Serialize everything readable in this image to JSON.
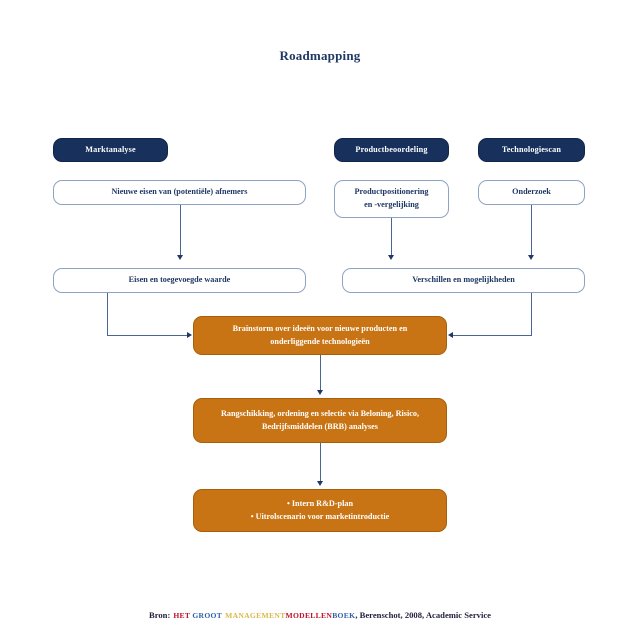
{
  "page": {
    "title": "Roadmapping",
    "background": "#ffffff"
  },
  "colors": {
    "navy": "#17315c",
    "navy_text": "#1f3864",
    "orange": "#c87414",
    "box_border": "#8ea2c4",
    "connector": "#4a6591",
    "footer_red": "#c0102a",
    "footer_blue": "#2f5fa8",
    "footer_gold": "#d9b949"
  },
  "columns": [
    {
      "header": "Marktanalyse",
      "step1": "Nieuwe eisen van (potentiële) afnemers"
    },
    {
      "header": "Productbeoordeling",
      "step1_line1": "Productpositionering",
      "step1_line2": "en -vergelijking"
    },
    {
      "header": "Technologiescan",
      "step1": "Onderzoek"
    }
  ],
  "aggregate": {
    "left": "Eisen en toegevoegde waarde",
    "right": "Verschillen en mogelijkheden"
  },
  "process": [
    {
      "line1": "Brainstorm over ideeën voor nieuwe producten en",
      "line2": "onderliggende technologieën"
    },
    {
      "line1": "Rangschikking, ordening en selectie via Beloning, Risico,",
      "line2": "Bedrijfsmiddelen (BRB) analyses"
    },
    {
      "line1": "• Intern R&D-plan",
      "line2": "• Uitrolscenario voor marketintroductie"
    }
  ],
  "footer": {
    "prefix": "Bron:",
    "book_part1": "HET GROOT",
    "book_het": "HET ",
    "book_groot": "GROOT",
    "book_management": "MANAGEMENT",
    "book_modellen": "MODELLEN",
    "book_boek": "BOEK",
    "suffix": ", Berenschot, 2008, Academic Service"
  }
}
